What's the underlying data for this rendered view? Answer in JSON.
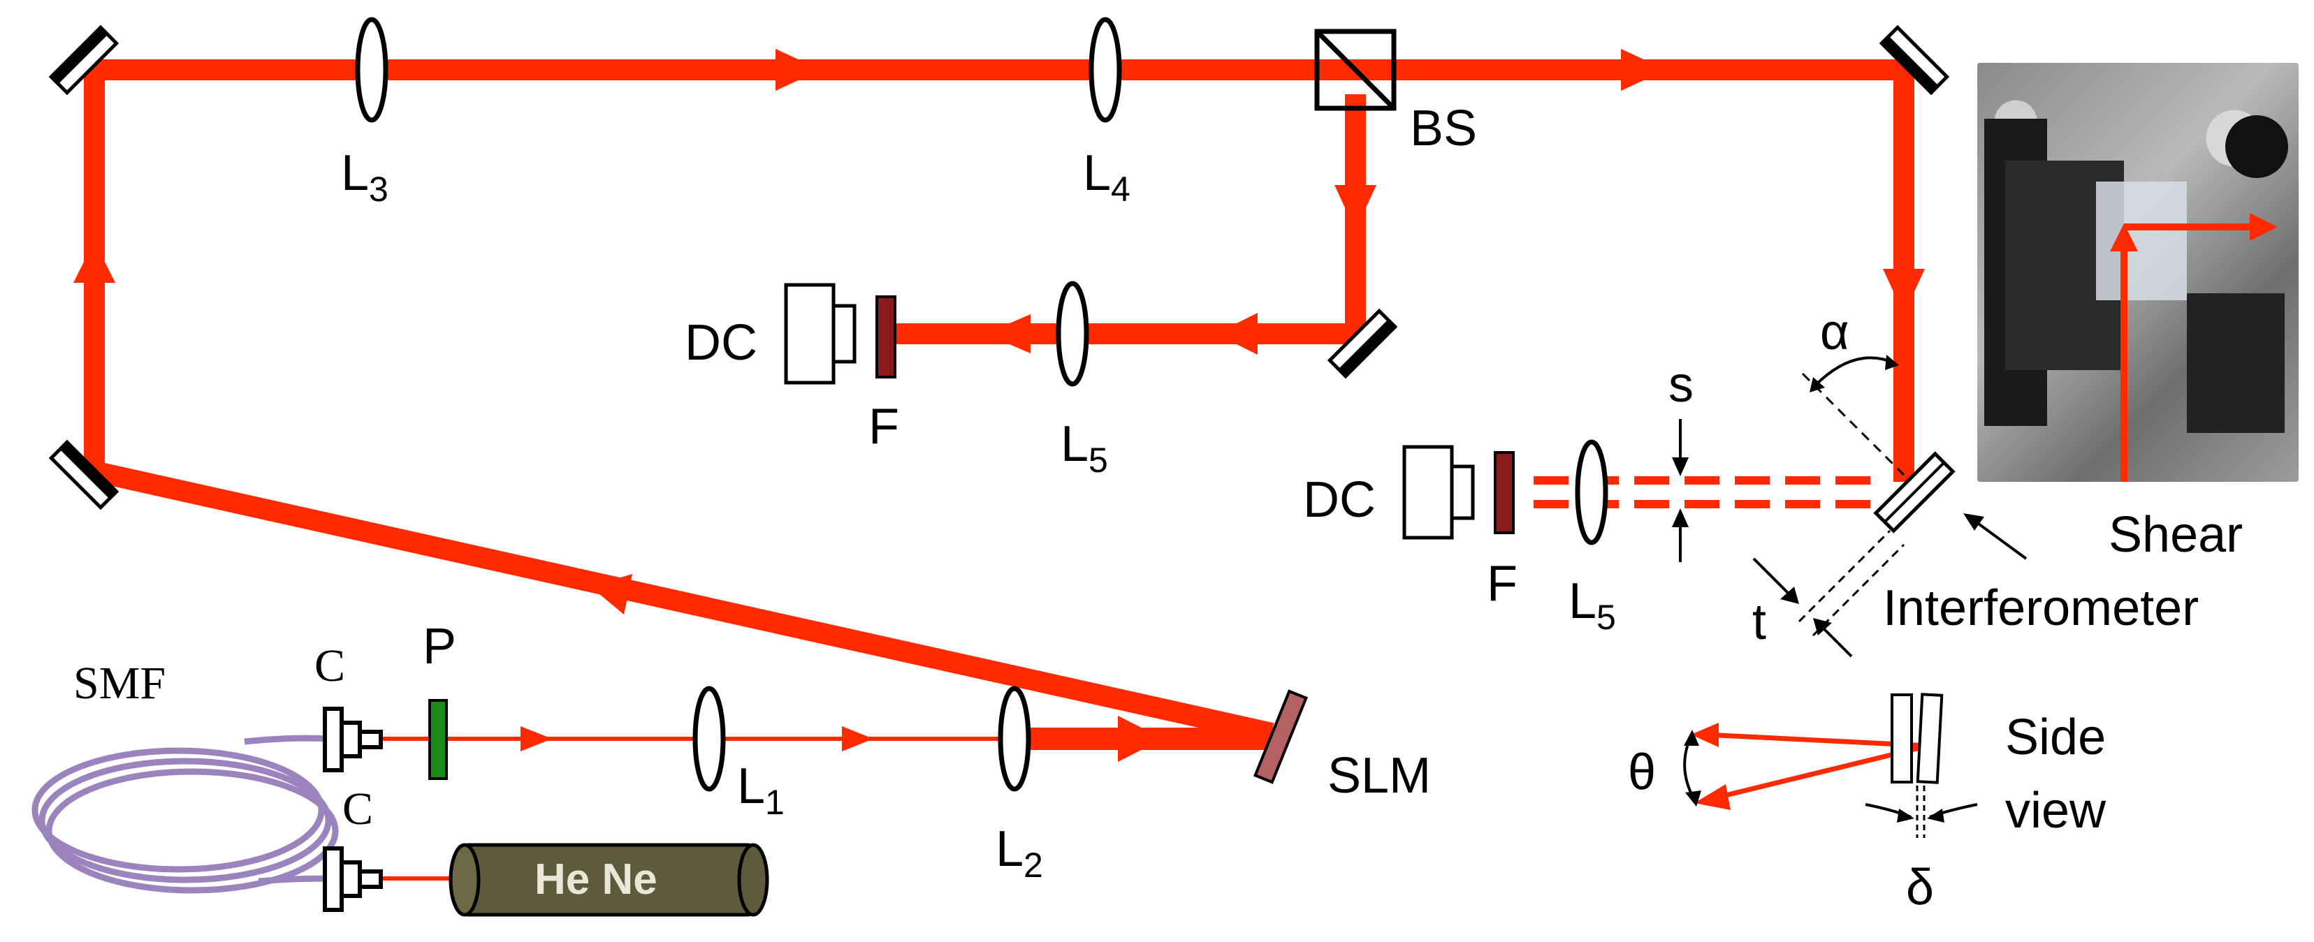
{
  "labels": {
    "L1": "L",
    "L1_sub": "1",
    "L2": "L",
    "L2_sub": "2",
    "L3": "L",
    "L3_sub": "3",
    "L4": "L",
    "L4_sub": "4",
    "L5a": "L",
    "L5a_sub": "5",
    "L5b": "L",
    "L5b_sub": "5",
    "BS": "BS",
    "DC_top": "DC",
    "DC_right": "DC",
    "F_top": "F",
    "F_right": "F",
    "SMF": "SMF",
    "C_top": "C",
    "C_bottom": "C",
    "P": "P",
    "SLM": "SLM",
    "HeNe": "He Ne",
    "alpha": "α",
    "s": "s",
    "t": "t",
    "shear": "Shear",
    "interferometer": "Interferometer",
    "theta": "θ",
    "side": "Side",
    "view": "view",
    "delta": "δ"
  },
  "colors": {
    "beam": "#ff2a00",
    "fiber": "#9b84bd",
    "polarizer": "#1a8a1a",
    "filter": "#8b1a1a",
    "slm": "#b36161",
    "laser": "#5e5a3c"
  }
}
